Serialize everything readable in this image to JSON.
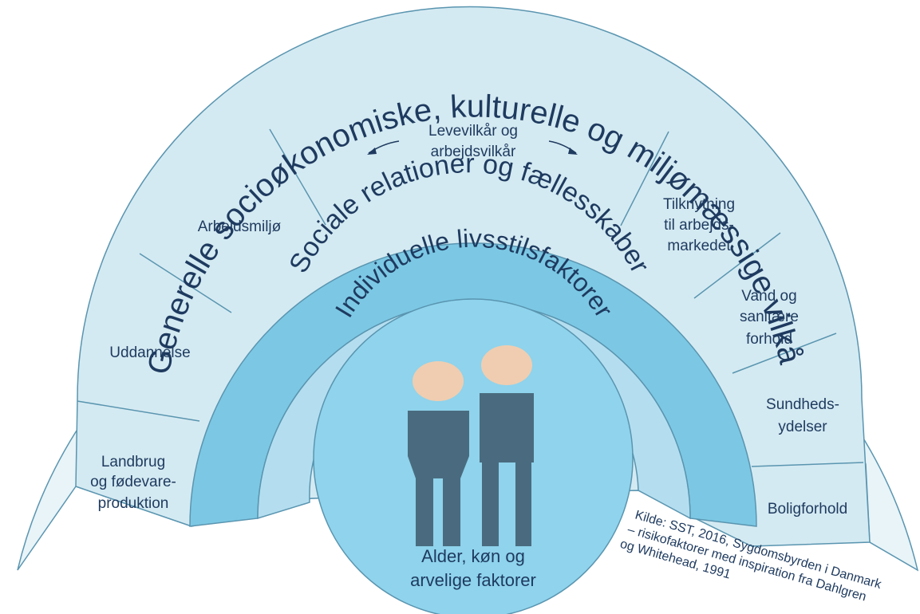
{
  "rings": {
    "outer": {
      "label": "Generelle socioøkonomiske, kulturelle og miljømæssige vilkår"
    },
    "middle": {
      "label": "Sociale relationer og fællesskaber"
    },
    "inner": {
      "label": "Individuelle livsstilsfaktorer"
    }
  },
  "segments": {
    "levevilkaar": [
      "Levevilkår og",
      "arbejdsvilkår"
    ],
    "arbejdsmiljo": [
      "Arbejdsmiljø"
    ],
    "uddannelse": [
      "Uddannelse"
    ],
    "landbrug": [
      "Landbrug",
      "og fødevare-",
      "produktion"
    ],
    "tilknytning": [
      "Tilknytning",
      "til arbejds-",
      "markedet"
    ],
    "vand": [
      "Vand og",
      "sanitære",
      "forhold"
    ],
    "sundhed": [
      "Sundheds-",
      "ydelser"
    ],
    "bolig": [
      "Boligforhold"
    ]
  },
  "center": {
    "lines": [
      "Alder, køn og",
      "arvelige faktorer"
    ]
  },
  "source": {
    "lines": [
      "Kilde: SST, 2016, Sygdomsbyrden i Danmark",
      "– risikofaktorer med inspiration fra Dahlgren",
      "og Whitehead, 1991"
    ]
  },
  "colors": {
    "outer_ring": "#e8f4f8",
    "segment_fill": "#d4eaf2",
    "middle_ring": "#7cc8e4",
    "inner_ring": "#b4def0",
    "core": "#8fd3ec",
    "figure": "#4a6b7f",
    "head": "#f0cdb0",
    "stroke": "#5a95b0",
    "text": "#1e3a5f"
  },
  "icons": [
    "person-short-icon",
    "person-tall-icon",
    "bidirectional-arrow-icon"
  ]
}
